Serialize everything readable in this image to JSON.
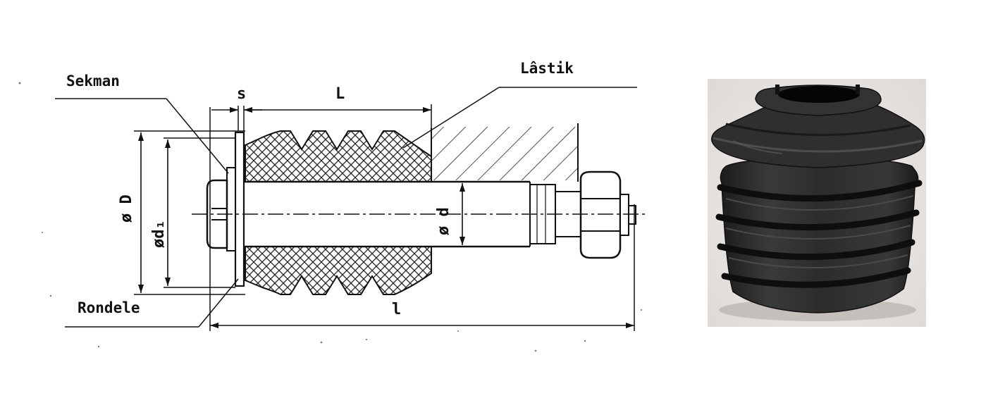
{
  "drawing": {
    "labels": {
      "sekman": "Sekman",
      "rondele": "Rondele",
      "lastik": "Lâstik"
    },
    "dimensions": {
      "s": "s",
      "L": "L",
      "l": "l",
      "D": "ø D",
      "d1": "ød₁",
      "d": "ø d"
    }
  },
  "photo": {
    "subject": "black rubber bellows bushing",
    "colors": {
      "rubber": "#2b2b2b",
      "background": "#e9e6e4"
    }
  }
}
